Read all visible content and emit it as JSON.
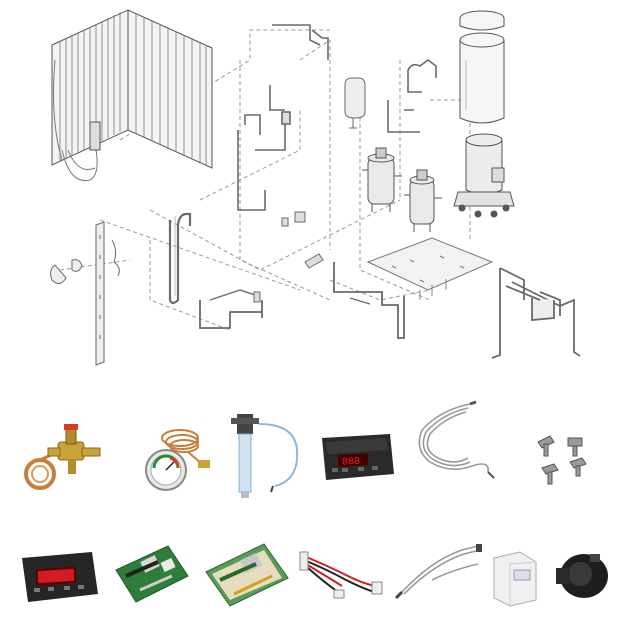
{
  "figure": {
    "exploded_view": {
      "components": [
        "condenser-coil",
        "filter-drier",
        "expansion-valve",
        "pipe-bends",
        "liquid-receiver",
        "scroll-compressor-left",
        "scroll-compressor-right",
        "compressor-large",
        "cylindrical-tank",
        "mounting-bracket",
        "base-plate",
        "suction-line",
        "discharge-line",
        "pipe-assembly-right"
      ]
    },
    "spare_parts_row1": [
      "expansion-valve-part",
      "pressure-gauge-part",
      "sight-tube-part",
      "digital-controller-part",
      "temperature-probe-part",
      "rubber-mounts-part"
    ],
    "spare_parts_row2": [
      "thermostat-controller-part",
      "pcb-board-small-part",
      "pcb-board-large-part",
      "wiring-harness-part",
      "sensor-cable-part",
      "din-relay-part",
      "solenoid-coil-part"
    ],
    "colors": {
      "line": "#6a6a6a",
      "copper": "#c87f3a",
      "brass": "#c9a23a",
      "controller_body": "#2a2a2a",
      "led_red": "#e8202a",
      "pcb_green": "#2f7d3a",
      "wire_red": "#cc2222",
      "wire_grey": "#9a9a9a"
    }
  }
}
